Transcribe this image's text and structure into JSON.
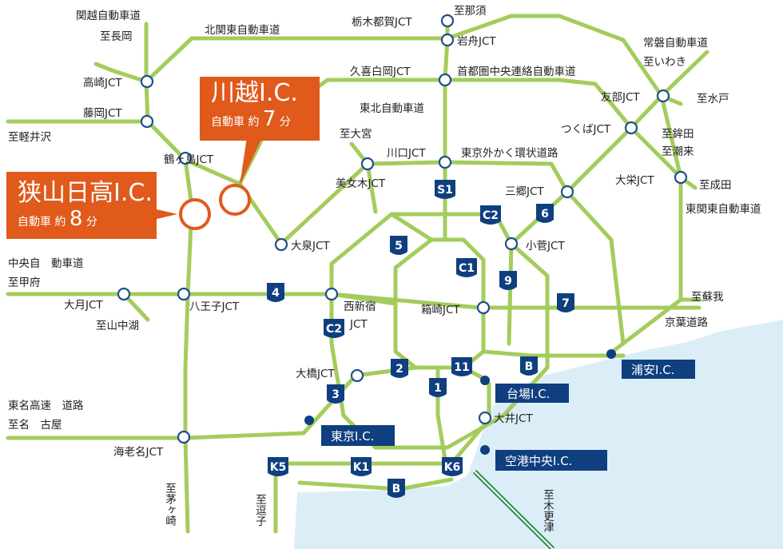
{
  "colors": {
    "road": "#a4cc5c",
    "sea": "#dbeef7",
    "accent": "#e05a1c",
    "navy": "#0f3f7f"
  },
  "roads": {
    "kanetsu": [
      "関越自動車道",
      "至長岡"
    ],
    "kitakanto": "北関東自動車道",
    "karuizawa": "至軽井沢",
    "nasu": "至那須",
    "ken_o": "首都圏中央連絡自動車道",
    "tohoku": "東北自動車道",
    "gaikan": "東京外かく環状道路",
    "joban": [
      "常磐自動車道",
      "至いわき"
    ],
    "mito": "至水戸",
    "hokota": [
      "至鉾田",
      "至潮来"
    ],
    "narita": "至成田",
    "higashi_kanto": "東関東自動車道",
    "omiya": "至大宮",
    "chuo": [
      "中央自　動車道",
      "至甲府"
    ],
    "yamanakako": "至山中湖",
    "soga": "至蘇我",
    "keiyo": "京葉道路",
    "tomei": [
      "東名高速　道路",
      "至名　古屋"
    ],
    "chigasaki": "至茅ヶ崎",
    "zushi": "至逗子",
    "kisarazu": "至木更津"
  },
  "junctions": {
    "tochigi_tsuga": "栃木都賀JCT",
    "iwafune": "岩舟JCT",
    "kuki_shiraoka": "久喜白岡JCT",
    "takasaki": "高崎JCT",
    "fujioka": "藤岡JCT",
    "tsurugashima": "鶴ヶ島JCT",
    "tomobe": "友部JCT",
    "tsukuba": "つくばJCT",
    "taiei": "大栄JCT",
    "kawaguchi": "川口JCT",
    "bijogi": "美女木JCT",
    "misato": "三郷JCT",
    "koiwa": "小菅JCT",
    "oizumi": "大泉JCT",
    "nishi_shinjuku": [
      "西新宿",
      "JCT"
    ],
    "hakozaki": "箱崎JCT",
    "otsuki": "大月JCT",
    "hachioji": "八王子JCT",
    "ohashi": "大橋JCT",
    "oi": "大井JCT",
    "ebina": "海老名JCT"
  },
  "shields": [
    "S1",
    "C2",
    "6",
    "5",
    "C1",
    "9",
    "4",
    "7",
    "C2",
    "2",
    "1",
    "11",
    "B",
    "3",
    "K5",
    "K1",
    "B",
    "K6"
  ],
  "interchanges": {
    "urayasu": "浦安I.C.",
    "daiba": "台場I.C.",
    "tokyo": "東京I.C.",
    "airport": "空港中央I.C."
  },
  "callouts": {
    "kawagoe": {
      "name": "川越I.C.",
      "prefix": "自動車 約",
      "minutes": "7",
      "suffix": "分"
    },
    "sayama": {
      "name": "狭山日高I.C.",
      "prefix": "自動車 約",
      "minutes": "8",
      "suffix": "分"
    }
  }
}
